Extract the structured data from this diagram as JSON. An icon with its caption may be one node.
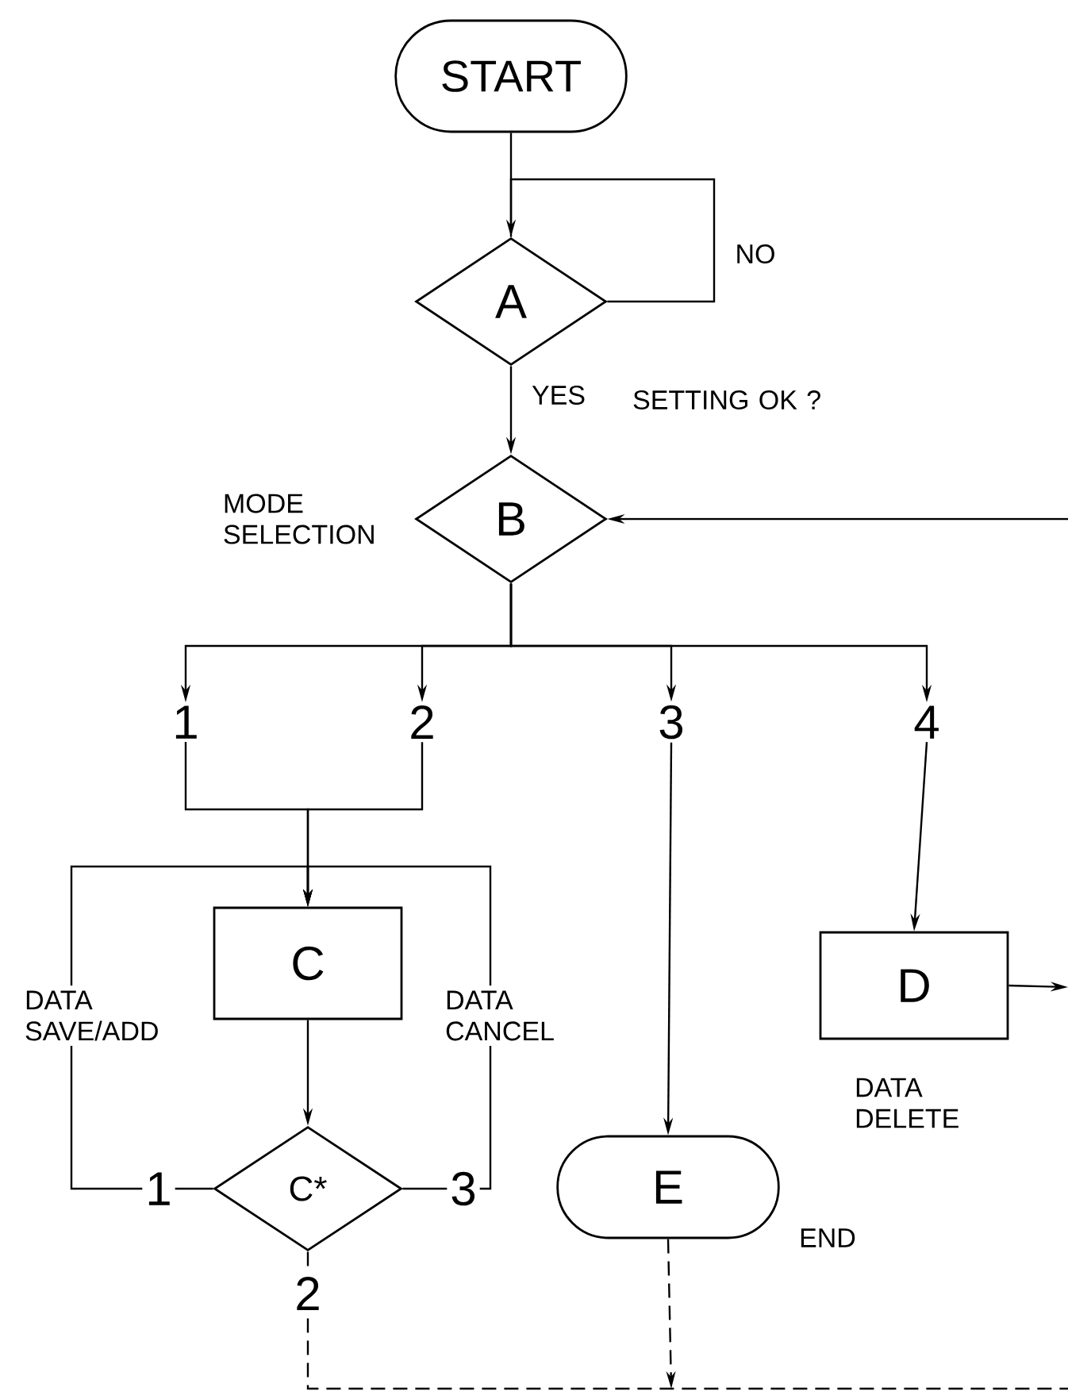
{
  "diagram": {
    "nodes": [
      {
        "text": [
          "START"
        ]
      },
      {
        "text": [
          "A"
        ],
        "beside": [
          "SETTING OK ?"
        ]
      },
      {
        "text": [
          "B"
        ],
        "beside": [
          "MODE SELECTION"
        ]
      },
      {
        "text": [
          "1"
        ]
      },
      {
        "text": [
          "2"
        ]
      },
      {
        "text": [
          "3"
        ]
      },
      {
        "text": [
          "4"
        ]
      },
      {
        "text": [
          "C"
        ]
      },
      {
        "text": [
          "C*"
        ]
      },
      {
        "text": [
          "E"
        ],
        "beside": [
          "END"
        ]
      },
      {
        "text": [
          "D"
        ],
        "beside": [
          "DATA DELETE"
        ]
      }
    ],
    "edges": [
      {
        "from": 0,
        "to": 1,
        "arrow": "none"
      },
      {
        "from": 1,
        "to": 1,
        "arrow": "to",
        "label": "NO"
      },
      {
        "from": 1,
        "to": 2,
        "arrow": "to",
        "label": "YES"
      },
      {
        "from": null,
        "to": 2,
        "arrow": "to"
      },
      {
        "from": 2,
        "to": 3,
        "arrow": "to"
      },
      {
        "from": 2,
        "to": 4,
        "arrow": "to"
      },
      {
        "from": 2,
        "to": 5,
        "arrow": "to"
      },
      {
        "from": 2,
        "to": 6,
        "arrow": "to"
      },
      {
        "from": 3,
        "to": 7,
        "arrow": "to"
      },
      {
        "from": 4,
        "to": 7,
        "arrow": "to"
      },
      {
        "from": 7,
        "to": 8,
        "arrow": "to"
      },
      {
        "from": 8,
        "to": 7,
        "arrow": "to",
        "label": "1"
      },
      {
        "from": 8,
        "to": 7,
        "arrow": "to",
        "label": "3"
      },
      {
        "from": 8,
        "to": null,
        "arrow": "none",
        "label": "2",
        "style": "dashed"
      },
      {
        "from": 9,
        "to": null,
        "arrow": "to",
        "style": "dashed"
      },
      {
        "from": 5,
        "to": 9,
        "arrow": "to"
      },
      {
        "from": 6,
        "to": 10,
        "arrow": "to"
      },
      {
        "from": 10,
        "to": null,
        "arrow": "to"
      }
    ],
    "labels": [
      "DATA SAVE/ADD",
      "DATA CANCEL"
    ]
  }
}
